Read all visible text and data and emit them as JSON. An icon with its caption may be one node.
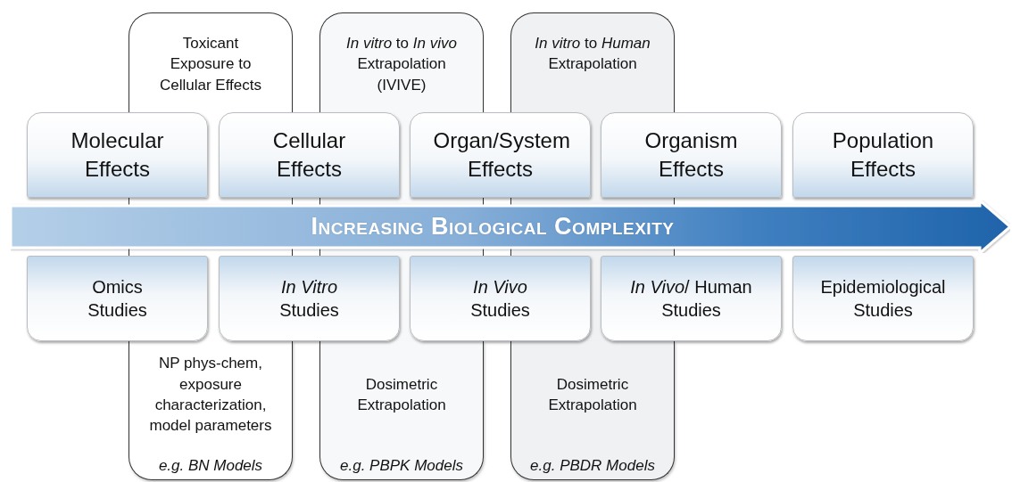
{
  "diagram": {
    "nodes": [
      {
        "text": [
          "Toxicant Exposure to Cellular Effects",
          "NP phys-chem, exposure characterization, model parameters",
          "e.g. BN Models"
        ]
      },
      {
        "text": [
          "*In vitro* to *In vivo* Extrapolation (IVIVE)",
          "Dosimetric Extrapolation",
          "e.g. PBPK Models"
        ]
      },
      {
        "text": [
          "*In vitro* to *Human* Extrapolation",
          "Dosimetric Extrapolation",
          "e.g. PBDR Models"
        ]
      },
      {
        "text": [
          "Molecular Effects"
        ]
      },
      {
        "text": [
          "Cellular Effects"
        ]
      },
      {
        "text": [
          "Organ/System Effects"
        ]
      },
      {
        "text": [
          "Organism Effects"
        ]
      },
      {
        "text": [
          "Population Effects"
        ]
      },
      {
        "text": [
          "Increasing Biological Complexity"
        ]
      },
      {
        "text": [
          "Omics Studies"
        ]
      },
      {
        "text": [
          "*In Vitro* Studies"
        ]
      },
      {
        "text": [
          "*In Vivo* Studies"
        ]
      },
      {
        "text": [
          "*In Vivo*/ Human Studies"
        ]
      },
      {
        "text": [
          "Epidemiological Studies"
        ]
      }
    ]
  }
}
